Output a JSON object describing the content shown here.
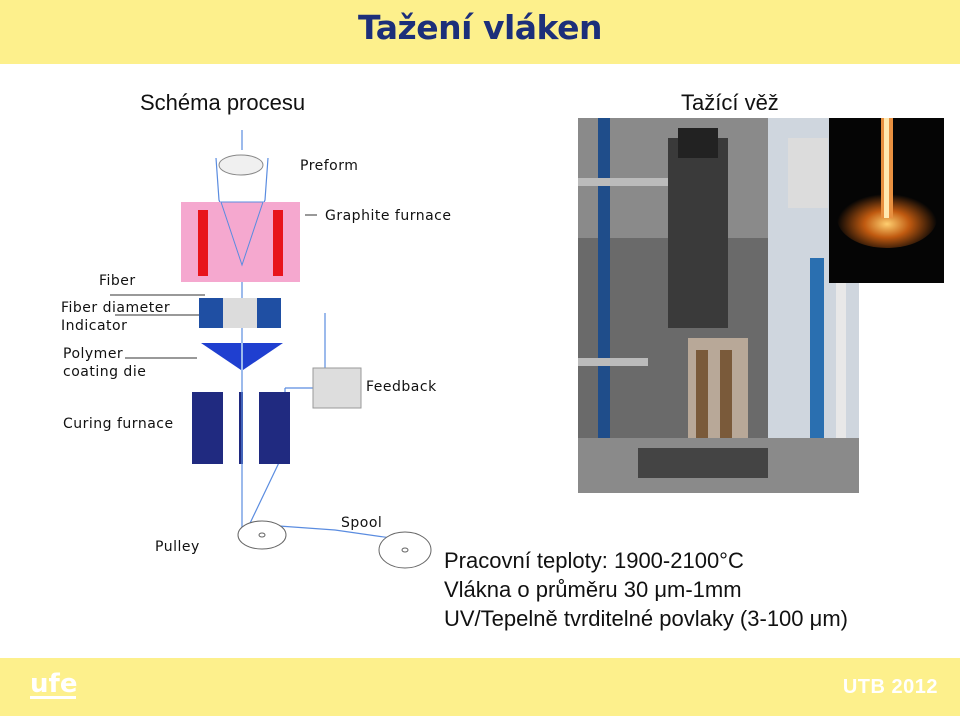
{
  "slide": {
    "title": "Tažení vláken",
    "left_heading": "Schéma procesu",
    "right_heading": "Tažící věž",
    "footer": "UTB 2012",
    "logo_text": "ufe"
  },
  "diagram": {
    "labels": {
      "preform": "Preform",
      "graphite_furnace": "Graphite furnace",
      "fiber": "Fiber",
      "fiber_diameter_line1": "Fiber diameter",
      "fiber_diameter_line2": "Indicator",
      "polymer_line1": "Polymer",
      "polymer_line2": "coating die",
      "feedback": "Feedback",
      "curing_furnace": "Curing furnace",
      "pulley": "Pulley",
      "spool": "Spool"
    },
    "colors": {
      "furnace_body": "#f5a8cf",
      "heater": "#e8141c",
      "indicator": "#1f4fa3",
      "coating": "#1f3fd0",
      "curing": "#202a80",
      "fiber_line": "#5a8ce0"
    }
  },
  "info": {
    "lines": [
      "Pracovní teploty: 1900-2100°C",
      "Vlákna o průměru 30 μm-1mm",
      "UV/Tepelně tvrditelné povlaky (3-100 μm)"
    ]
  },
  "colors": {
    "bar": "#fdf08c",
    "title": "#1c2f7a"
  }
}
